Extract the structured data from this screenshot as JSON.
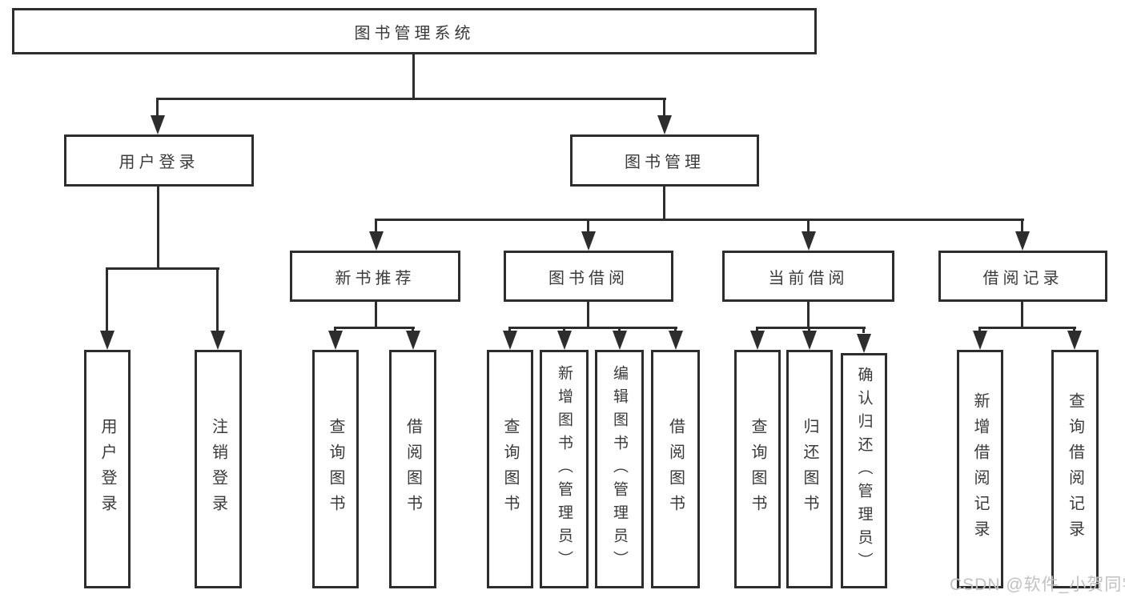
{
  "diagram": {
    "tree": {
      "label": "图书管理系统",
      "children": [
        {
          "label": "用户登录",
          "children": [
            {
              "label": "用户登录"
            },
            {
              "label": "注销登录"
            }
          ]
        },
        {
          "label": "图书管理",
          "children": [
            {
              "label": "新书推荐",
              "children": [
                {
                  "label": "查询图书"
                },
                {
                  "label": "借阅图书"
                }
              ]
            },
            {
              "label": "图书借阅",
              "children": [
                {
                  "label": "查询图书"
                },
                {
                  "label": "新增图书（管理员）"
                },
                {
                  "label": "编辑图书（管理员）"
                },
                {
                  "label": "借阅图书"
                }
              ]
            },
            {
              "label": "当前借阅",
              "children": [
                {
                  "label": "查询图书"
                },
                {
                  "label": "归还图书"
                },
                {
                  "label": "确认归还（管理员）"
                }
              ]
            },
            {
              "label": "借阅记录",
              "children": [
                {
                  "label": "新增借阅记录"
                },
                {
                  "label": "查询借阅记录"
                }
              ]
            }
          ]
        }
      ]
    }
  },
  "watermark": {
    "text": "CSDN @软件_小贺同学"
  },
  "colors": {
    "line": "#2d2d2d",
    "text": "#3a3a3a",
    "watermark": "#c2c1c1",
    "background": "#ffffff"
  }
}
